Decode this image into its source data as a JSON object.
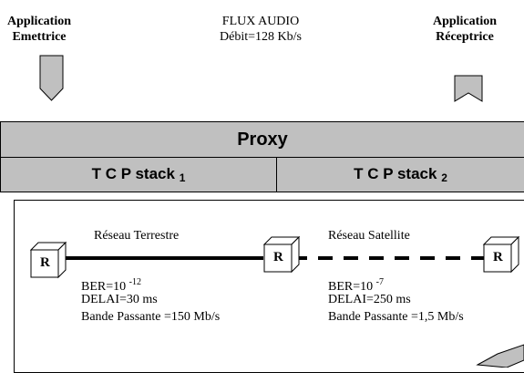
{
  "sender": {
    "line1": "Application",
    "line2": "Emettrice"
  },
  "receiver": {
    "line1": "Application",
    "line2": "Réceptrice"
  },
  "flux": {
    "line1": "FLUX AUDIO",
    "line2": "Débit=128 Kb/s"
  },
  "proxy": {
    "title": "Proxy",
    "stack1": {
      "label": "T C P stack",
      "sub": "1"
    },
    "stack2": {
      "label": "T C P stack",
      "sub": "2"
    }
  },
  "terrestrial": {
    "name": "Réseau Terrestre",
    "ber_prefix": "BER=10",
    "ber_exp": "-12",
    "delay": "DELAI=30 ms",
    "bandwidth": "Bande Passante =150 Mb/s"
  },
  "satellite": {
    "name": "Réseau Satellite",
    "ber_prefix": "BER=10",
    "ber_exp": "-7",
    "delay": "DELAI=250 ms",
    "bandwidth": "Bande Passante =1,5 Mb/s"
  },
  "router_label": "R",
  "colors": {
    "bar": "#c0c0c0",
    "line": "#000000"
  }
}
